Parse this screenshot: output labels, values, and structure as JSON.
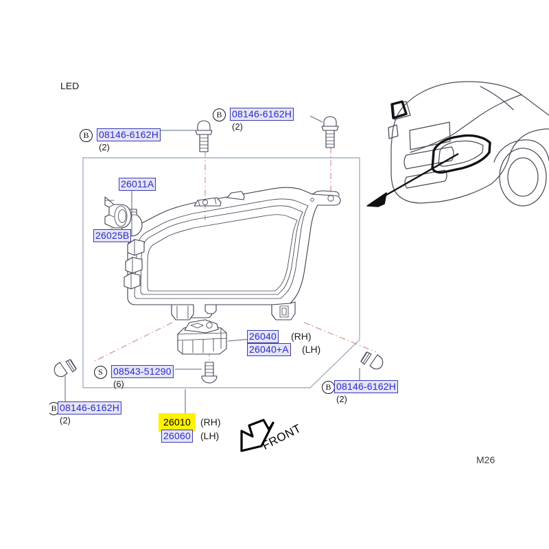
{
  "diagram": {
    "title_note": "LED",
    "sheet_code": "M26",
    "front_arrow_label": "FRONT",
    "colors": {
      "part_number_text": "#2b2bc8",
      "part_number_fill": "#e4e4f6",
      "part_number_border": "#3a3ab4",
      "highlight_fill": "#fff200",
      "highlight_text": "#000000",
      "outline": "#3d3d50",
      "centerline": "#d08a8a",
      "leader": "#5a6a80",
      "boundary": "#8fa0b8"
    }
  },
  "labels": [
    {
      "id": "bolt-top-left",
      "marker": "B",
      "part_number": "08146-6162H",
      "quantity": "(2)",
      "highlighted": false
    },
    {
      "id": "bolt-top-center",
      "marker": "B",
      "part_number": "08146-6162H",
      "quantity": "(2)",
      "highlighted": false
    },
    {
      "id": "bulb",
      "marker": "",
      "part_number": "26011A",
      "quantity": "",
      "highlighted": false
    },
    {
      "id": "bulb-socket",
      "marker": "",
      "part_number": "26025B",
      "quantity": "",
      "highlighted": false
    },
    {
      "id": "bracket-rh",
      "marker": "",
      "part_number": "26040",
      "quantity": "",
      "side": "(RH)",
      "highlighted": false
    },
    {
      "id": "bracket-lh",
      "marker": "",
      "part_number": "26040+A",
      "quantity": "",
      "side": "(LH)",
      "highlighted": false
    },
    {
      "id": "screw-kit",
      "marker": "S",
      "part_number": "08543-51290",
      "quantity": "(6)",
      "highlighted": false
    },
    {
      "id": "bolt-bottom-left",
      "marker": "B",
      "part_number": "08146-6162H",
      "quantity": "(2)",
      "highlighted": false
    },
    {
      "id": "bolt-bottom-right",
      "marker": "B",
      "part_number": "08146-6162H",
      "quantity": "(2)",
      "highlighted": false
    },
    {
      "id": "headlamp-rh",
      "marker": "",
      "part_number": "26010",
      "quantity": "",
      "side": "(RH)",
      "highlighted": true
    },
    {
      "id": "headlamp-lh",
      "marker": "",
      "part_number": "26060",
      "quantity": "",
      "side": "(LH)",
      "highlighted": false
    }
  ]
}
